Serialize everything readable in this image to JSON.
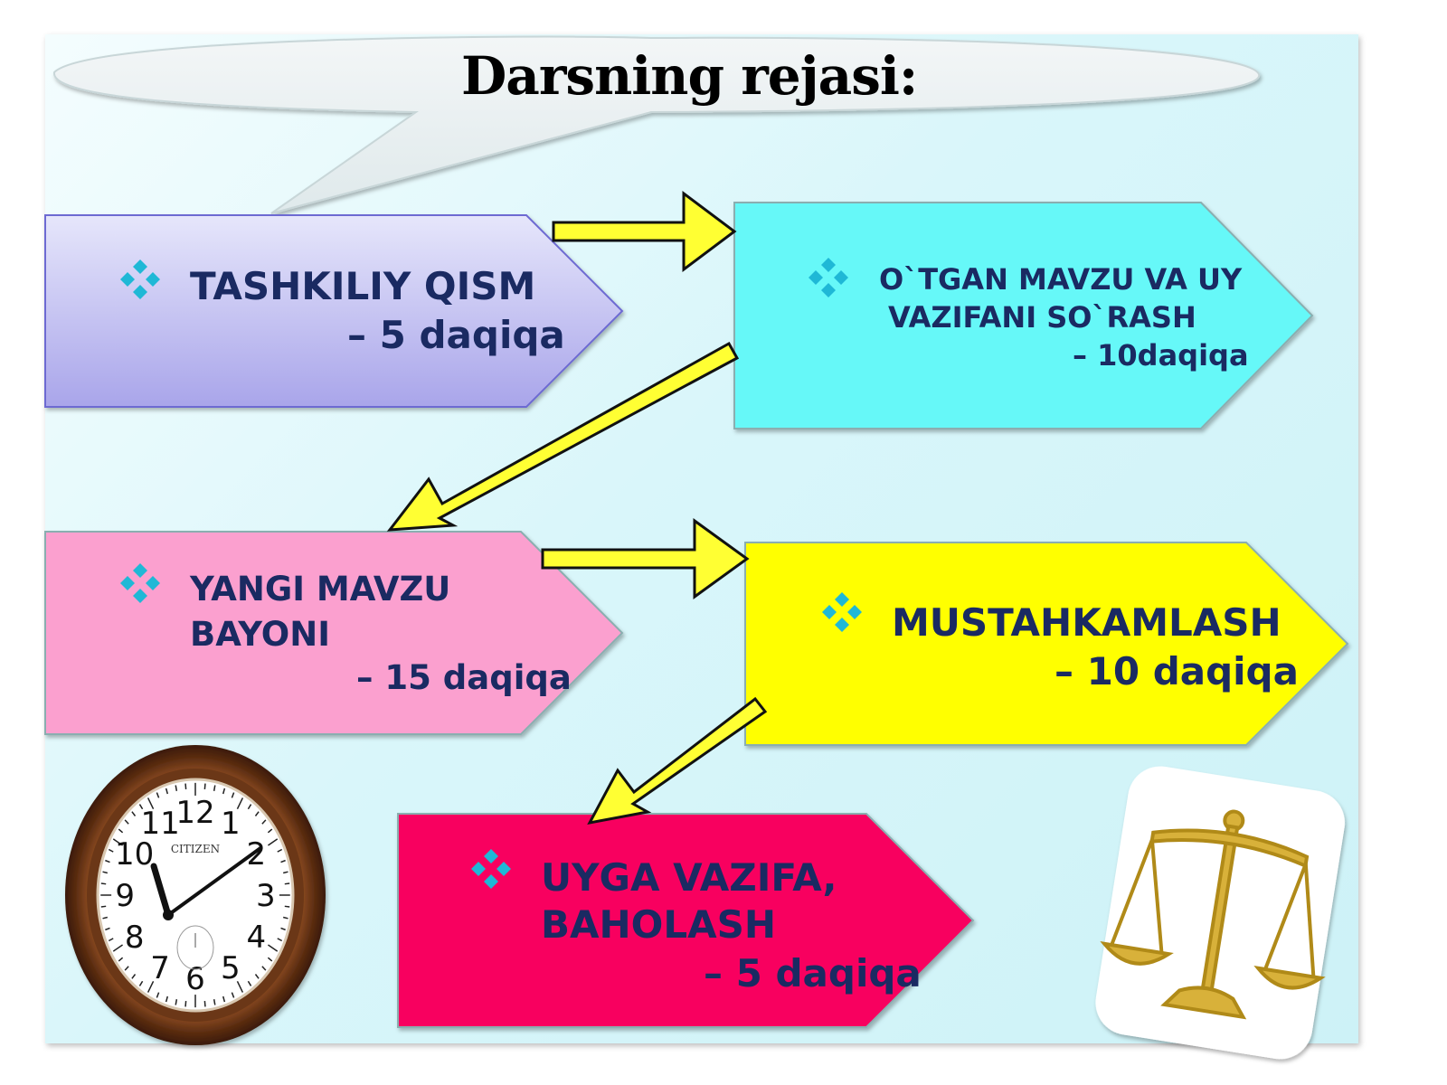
{
  "title": "Darsning rejasi:",
  "colors": {
    "step1": "#c9c6f1",
    "step2": "#66f8f8",
    "step3": "#fba0cf",
    "step4": "#ffff00",
    "step5": "#f8005e",
    "arrow_fill": "#ffff33",
    "text": "#1a2a62",
    "bullet": "#1fb8d6"
  },
  "steps": [
    {
      "lines": [
        "TASHKILIY  QISM"
      ],
      "duration": "– 5 daqiqa"
    },
    {
      "lines": [
        "O`TGAN  MAVZU VA UY",
        "VAZIFANI  SO`RASH"
      ],
      "duration": "– 10daqiqa"
    },
    {
      "lines": [
        "YANGI MAVZU",
        "BAYONI"
      ],
      "duration": "– 15 daqiqa"
    },
    {
      "lines": [
        "MUSTAHKAMLASH"
      ],
      "duration": "– 10 daqiqa"
    },
    {
      "lines": [
        "UYGA  VAZIFA,",
        "BAHOLASH"
      ],
      "duration": "– 5 daqiqa"
    }
  ],
  "bullet_icon": "four-diamond-bullet-icon",
  "arrow_icon": "block-arrow-icon",
  "clock": {
    "icon": "wall-clock-icon",
    "numerals": [
      "12",
      "1",
      "2",
      "3",
      "4",
      "5",
      "6",
      "7",
      "8",
      "9",
      "10",
      "11"
    ],
    "brand": "CITIZEN"
  },
  "scales_icon": "balance-scales-icon"
}
